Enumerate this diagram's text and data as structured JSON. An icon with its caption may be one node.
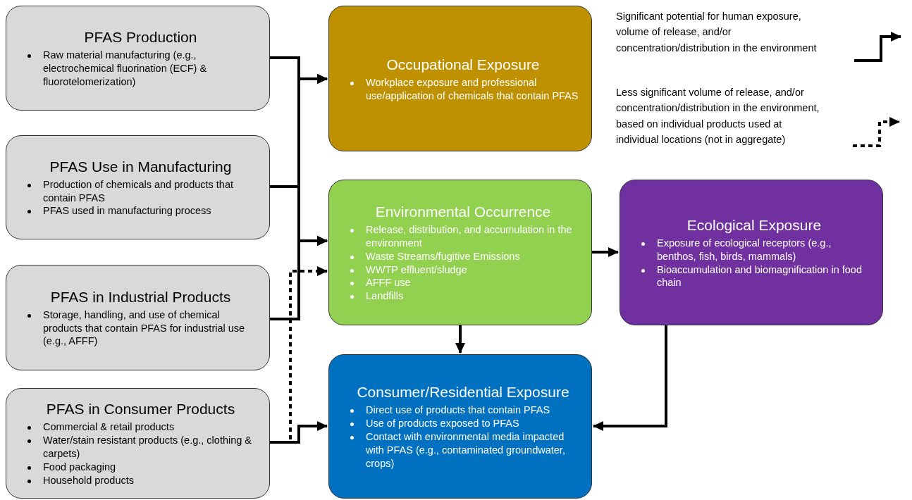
{
  "diagram": {
    "nodes": [
      {
        "text": [
          "PFAS Production",
          "Raw material manufacturing (e.g., electrochemical fluorination (ECF) & fluorotelomerization)"
        ]
      },
      {
        "text": [
          "PFAS Use in Manufacturing",
          "Production of chemicals and products that contain PFAS",
          "PFAS used in manufacturing process"
        ]
      },
      {
        "text": [
          "PFAS in Industrial Products",
          "Storage, handling, and use of chemical products that contain PFAS for industrial use (e.g., AFFF)"
        ]
      },
      {
        "text": [
          "PFAS in Consumer Products",
          "Commercial & retail products",
          "Water/stain resistant products (e.g., clothing & carpets)",
          "Food packaging",
          "Household products"
        ]
      },
      {
        "text": [
          "Occupational Exposure",
          "Workplace exposure and professional use/application of chemicals that contain PFAS"
        ]
      },
      {
        "text": [
          "Environmental Occurrence",
          "Release, distribution, and accumulation in the environment",
          "Waste Streams/fugitive Emissions",
          "WWTP effluent/sludge",
          "AFFF use",
          "Landfills"
        ]
      },
      {
        "text": [
          "Ecological Exposure",
          "Exposure of ecological receptors (e.g., benthos, fish, birds, mammals)",
          "Bioaccumulation and biomagnification in food chain"
        ]
      },
      {
        "text": [
          "Consumer/Residential Exposure",
          "Direct use of products that contain PFAS",
          "Use of products exposed to PFAS",
          "Contact with environmental media impacted with PFAS (e.g., contaminated groundwater, crops)"
        ]
      }
    ],
    "edges": [
      {
        "from": 0,
        "to": 4,
        "arrow": "to"
      },
      {
        "from": 0,
        "to": 5,
        "arrow": "to"
      },
      {
        "from": 1,
        "to": 4,
        "arrow": "to"
      },
      {
        "from": 1,
        "to": 5,
        "arrow": "to"
      },
      {
        "from": 2,
        "to": 4,
        "arrow": "to"
      },
      {
        "from": 2,
        "to": 5,
        "arrow": "to"
      },
      {
        "from": 3,
        "to": 5,
        "arrow": "to",
        "style": "dashed"
      },
      {
        "from": 3,
        "to": 7,
        "arrow": "to"
      },
      {
        "from": 5,
        "to": 6,
        "arrow": "to"
      },
      {
        "from": 5,
        "to": 7,
        "arrow": "to"
      },
      {
        "from": 6,
        "to": 7,
        "arrow": "to"
      }
    ],
    "legend": [
      {
        "text": "Significant potential for human exposure, volume of release, and/or concentration/distribution in the environment"
      },
      {
        "text": "Less significant volume of release, and/or concentration/distribution in the environment, based on individual products used at individual locations (not in aggregate)"
      }
    ]
  }
}
